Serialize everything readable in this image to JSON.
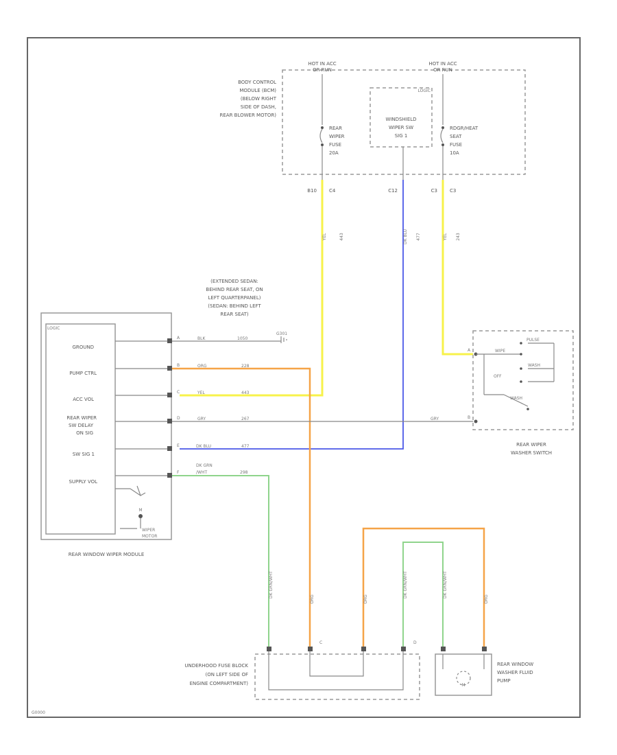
{
  "colors": {
    "frame": "#666666",
    "wire_gray": "#888888",
    "wire_yellow": "#f7f24a",
    "wire_blue": "#4a57e8",
    "wire_orange": "#f5a347",
    "wire_green": "#8fd48c"
  },
  "bcm": {
    "label_lines": [
      "BODY CONTROL",
      "MODULE (BCM)",
      "(BELOW RIGHT",
      "SIDE OF DASH,",
      "REAR BLOWER MOTOR)"
    ],
    "hot_left": [
      "HOT IN ACC",
      "OR RUN"
    ],
    "hot_right": [
      "HOT IN ACC",
      "OR RUN"
    ],
    "fuse1": [
      "REAR",
      "WIPER",
      "FUSE",
      "20A"
    ],
    "fuse2": [
      "RDGR/HEAT",
      "SEAT",
      "FUSE",
      "10A"
    ],
    "sig_tag": "LOGIC",
    "sig": [
      "WINDSHIELD",
      "WIPER SW",
      "SIG 1"
    ],
    "pins": [
      "B10",
      "C4",
      "C12",
      "C3",
      "C3"
    ]
  },
  "wire_labels": {
    "y1": [
      "YEL",
      "443"
    ],
    "b1": [
      "DK BLU",
      "477"
    ],
    "y2": [
      "YEL",
      "243"
    ]
  },
  "ground_note": [
    "(EXTENDED SEDAN:",
    "BEHIND REAR SEAT, ON",
    "LEFT QUARTERPANEL)",
    "(SEDAN: BEHIND LEFT",
    "REAR SEAT)"
  ],
  "module": {
    "tag": "LOGIC",
    "rows": [
      "GROUND",
      "PUMP CTRL",
      "ACC VOL",
      "REAR WIPER",
      "SW DELAY",
      "ON SIG",
      "SW SIG 1",
      "SUPPLY VOL"
    ],
    "pins": [
      "A",
      "B",
      "C",
      "D",
      "E",
      "F"
    ],
    "motor": [
      "WIPER",
      "MOTOR"
    ],
    "motor_sym": "M",
    "name": "REAR WINDOW WIPER MODULE"
  },
  "wires": {
    "w1": [
      "BLK",
      "1050"
    ],
    "w2": [
      "ORG",
      "228"
    ],
    "w3": [
      "YEL",
      "443"
    ],
    "w4": [
      "GRY",
      "267"
    ],
    "w4b": "GRY",
    "w5": [
      "DK BLU",
      "477"
    ],
    "w6": [
      "DK GRN",
      "/WHT",
      "298"
    ]
  },
  "g_label": "G301",
  "switch": {
    "positions": [
      "PULSE",
      "WIPE",
      "OFF",
      "WASH",
      "WASH"
    ],
    "pins": [
      "A",
      "B"
    ],
    "name": [
      "REAR WIPER",
      "WASHER SWITCH"
    ]
  },
  "vert_labels": [
    "DK GRN/WHT",
    "ORG",
    "ORG",
    "DK GRN/WHT",
    "DK GRN/WHT",
    "ORG"
  ],
  "fuse_block": {
    "label": [
      "UNDERHOOD FUSE BLOCK",
      "(ON LEFT SIDE OF",
      "ENGINE COMPARTMENT)"
    ],
    "pins": [
      "C",
      "D"
    ]
  },
  "pump": {
    "label": [
      "REAR WINDOW",
      "WASHER FLUID",
      "PUMP"
    ],
    "sym": "M"
  },
  "ref_id": "G0000"
}
